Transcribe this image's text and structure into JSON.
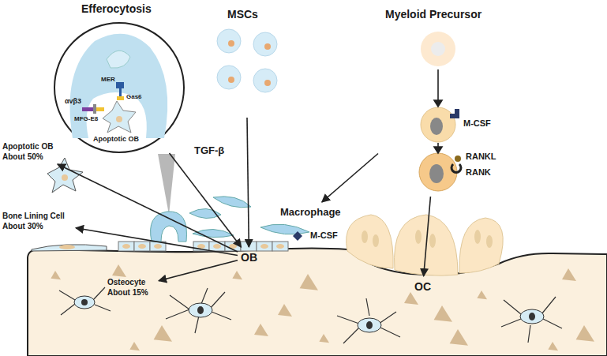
{
  "diagram": {
    "nodes": [
      {
        "text": [
          "Efferocytosis"
        ]
      },
      {
        "text": [
          "MSCs"
        ]
      },
      {
        "text": [
          "Myeloid Precursor"
        ]
      },
      {
        "text": [
          "Macrophage"
        ]
      },
      {
        "text": [
          "OB"
        ]
      },
      {
        "text": [
          "OC"
        ]
      },
      {
        "text": [
          "Apoptotic OB About 50%"
        ]
      },
      {
        "text": [
          "Bone Lining Cell About 30%"
        ]
      },
      {
        "text": [
          "Osteocyte About 15%"
        ]
      }
    ],
    "edges": [
      {
        "from": 0,
        "to": 4,
        "arrow": "to",
        "label": "TGF-β"
      },
      {
        "from": 1,
        "to": 4,
        "arrow": "to"
      },
      {
        "from": 2,
        "to": 3,
        "arrow": "to"
      },
      {
        "from": 2,
        "to": 5,
        "arrow": "to"
      },
      {
        "from": 4,
        "to": 6,
        "arrow": "to"
      },
      {
        "from": 4,
        "to": 7,
        "arrow": "to"
      },
      {
        "from": 4,
        "to": 8,
        "arrow": "to"
      }
    ],
    "labels": [
      "MER",
      "Gas6",
      "αvβ3",
      "MFG-E8",
      "Apoptotic OB",
      "M-CSF",
      "RANKL",
      "RANK",
      "M-CSF"
    ]
  }
}
